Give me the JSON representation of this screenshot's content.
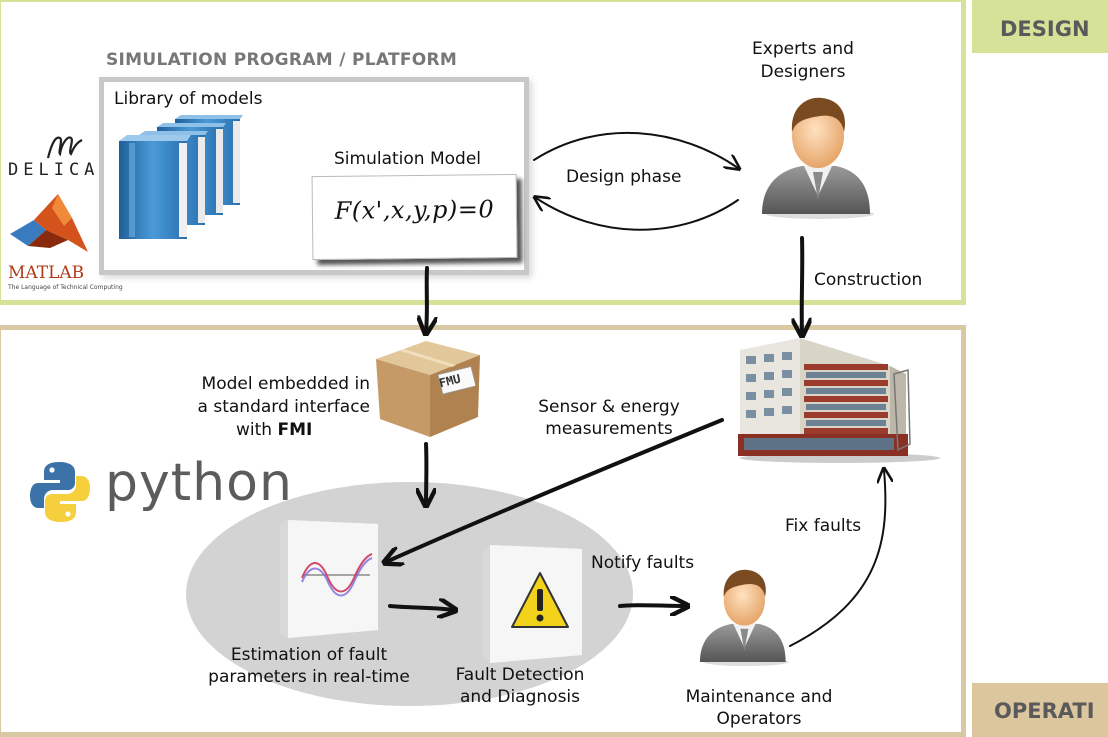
{
  "sections": {
    "design_label": "DESIGN",
    "operation_label": "OPERATI"
  },
  "platform": {
    "heading": "SIMULATION PROGRAM / PLATFORM",
    "library_label": "Library of models",
    "simulation_model_label": "Simulation Model",
    "equation": "F(x',x,y,p)=0"
  },
  "design": {
    "experts_label_line1": "Experts and",
    "experts_label_line2": "Designers",
    "design_phase_label": "Design phase",
    "construction_label": "Construction"
  },
  "operation": {
    "fmu_label_line1": "Model embedded in",
    "fmu_label_line2": "a standard interface",
    "fmu_label_line3_prefix": "with ",
    "fmu_label_line3_bold": "FMI",
    "fmu_box_tag": "FMU",
    "sensor_label_line1": "Sensor & energy",
    "sensor_label_line2": "measurements",
    "estimation_label_line1": "Estimation of fault",
    "estimation_label_line2": "parameters in real-time",
    "fdd_label_line1": "Fault Detection",
    "fdd_label_line2": "and Diagnosis",
    "notify_label": "Notify faults",
    "fix_label": "Fix faults",
    "maintenance_label_line1": "Maintenance and",
    "maintenance_label_line2": "Operators"
  },
  "logos": {
    "modelica_text": "DELICA",
    "matlab_text": "MATLAB",
    "matlab_tagline": "The Language of Technical Computing",
    "python_text": "python"
  },
  "colors": {
    "design_band": "#d5e298",
    "operation_band": "#d9c8a4",
    "book_blue": "#3a86c8",
    "python_blue": "#3b73a8",
    "python_yellow": "#f5cf3c",
    "matlab_orange": "#d4521c",
    "warning_yellow": "#f2d21a",
    "cardboard": "#c9a274"
  }
}
